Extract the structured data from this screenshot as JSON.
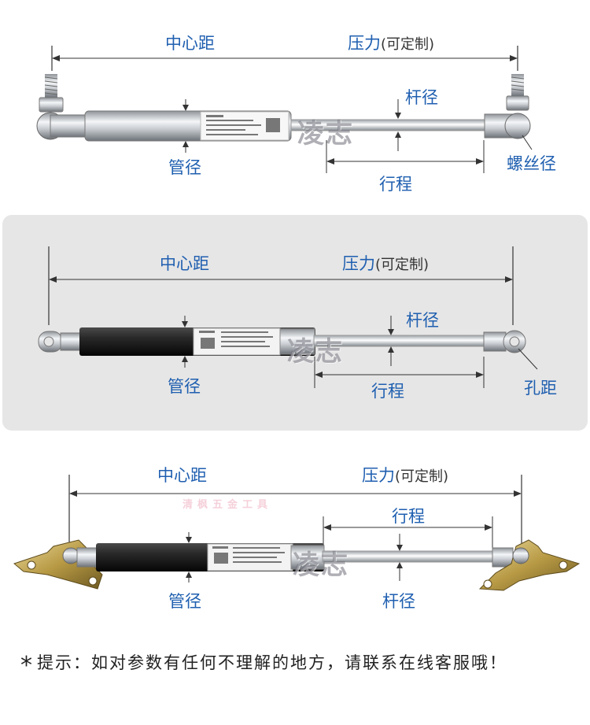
{
  "panel1": {
    "center_distance": "中心距",
    "pressure": "压力",
    "pressure_note": "(可定制)",
    "rod_diameter": "杆径",
    "tube_diameter": "管径",
    "stroke": "行程",
    "thread_diameter": "螺丝径",
    "watermark": "凌志"
  },
  "panel2": {
    "center_distance": "中心距",
    "pressure": "压力",
    "pressure_note": "(可定制)",
    "rod_diameter": "杆径",
    "tube_diameter": "管径",
    "stroke": "行程",
    "hole_distance": "孔距",
    "watermark": "凌志"
  },
  "panel3": {
    "center_distance": "中心距",
    "pressure": "压力",
    "pressure_note": "(可定制)",
    "stroke": "行程",
    "tube_diameter": "管径",
    "rod_diameter": "杆径",
    "watermark": "凌志",
    "shop_watermark": "清枫五金工具"
  },
  "footer": {
    "star": "*",
    "note": "提示：如对参数有任何不理解的地方，请联系在线客服哦！"
  },
  "colors": {
    "label_blue": "#1f5fb0",
    "tube_black": "#1c1c1c",
    "panel_gray": "#e6e6e6"
  }
}
